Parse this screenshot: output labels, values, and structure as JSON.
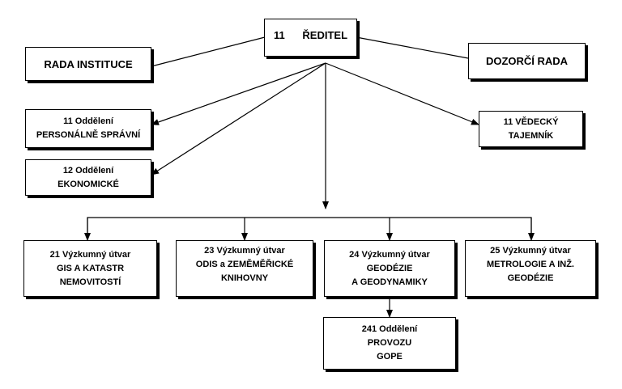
{
  "nodes": {
    "director": {
      "lines": [
        "11      ŘEDITEL"
      ]
    },
    "board": {
      "lines": [
        "RADA INSTITUCE"
      ]
    },
    "supervisory_board": {
      "lines": [
        "DOZORČÍ RADA"
      ]
    },
    "dept_11": {
      "lines": [
        "11 Oddělení",
        "PERSONÁLNĚ SPRÁVNÍ"
      ]
    },
    "dept_12": {
      "lines": [
        "12 Oddělení",
        "EKONOMICKÉ"
      ]
    },
    "scientific_secretary": {
      "lines": [
        "11 VĚDECKÝ",
        "TAJEMNÍK"
      ]
    },
    "unit_21": {
      "lines": [
        "21 Výzkumný útvar",
        "GIS A KATASTR",
        "NEMOVITOSTÍ"
      ]
    },
    "unit_23": {
      "lines": [
        "23 Výzkumný útvar",
        "ODIS a ZEMĚMĚŘICKÉ",
        "KNIHOVNY"
      ]
    },
    "unit_24": {
      "lines": [
        "24 Výzkumný útvar",
        "GEODÉZIE",
        "A GEODYNAMIKY"
      ]
    },
    "unit_25": {
      "lines": [
        "25 Výzkumný útvar",
        "METROLOGIE A INŽ.",
        "GEODÉZIE"
      ]
    },
    "dept_241": {
      "lines": [
        "241 Oddělení",
        "PROVOZU",
        "GOPE"
      ]
    }
  },
  "colors": {
    "line": "#000000",
    "box_border": "#000000",
    "box_shadow": "#000000"
  }
}
